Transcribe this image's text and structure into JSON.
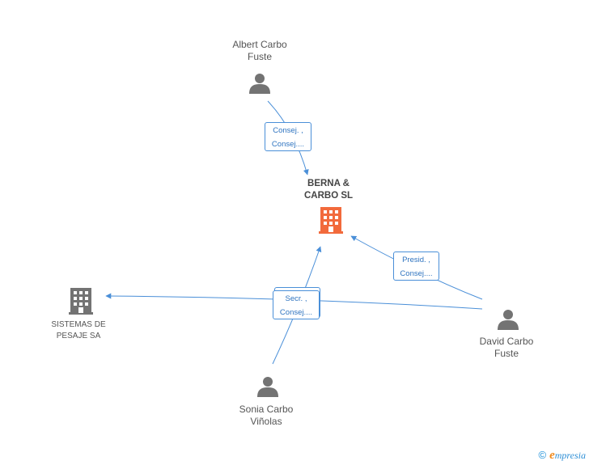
{
  "colors": {
    "edge": "#4a8fd8",
    "person_icon": "#737373",
    "company_main": "#f26a3c",
    "company_other": "#737373",
    "label": "#555555"
  },
  "nodes": {
    "albert": {
      "name_line1": "Albert Carbo",
      "name_line2": "Fuste",
      "icon": "person-icon"
    },
    "berna": {
      "name_line1": "BERNA &",
      "name_line2": "CARBO SL",
      "icon": "building-icon"
    },
    "sistemas": {
      "name_line1": "SISTEMAS DE",
      "name_line2": "PESAJE SA",
      "icon": "building-icon"
    },
    "david": {
      "name_line1": "David Carbo",
      "name_line2": "Fuste",
      "icon": "person-icon"
    },
    "sonia": {
      "name_line1": "Sonia Carbo",
      "name_line2": "Viñolas",
      "icon": "person-icon"
    }
  },
  "relations": {
    "albert_berna": {
      "line1": "Consej. ,",
      "line2": "Consej...."
    },
    "david_berna": {
      "line1": "Presid. ,",
      "line2": "Consej...."
    },
    "sonia_multi": {
      "line1": "Secr. ,",
      "line2": "Consej...."
    }
  },
  "footer": {
    "copyright": "©",
    "brand_e": "e",
    "brand_rest": "mpresia"
  }
}
